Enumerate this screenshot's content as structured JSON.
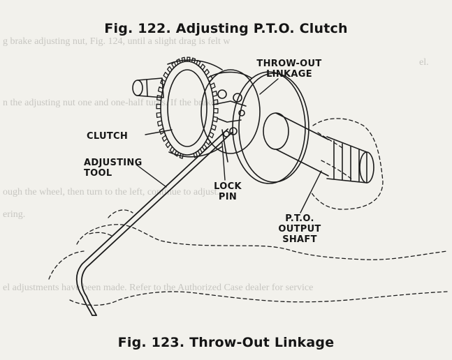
{
  "figures": {
    "top_caption": "Fig. 122.  Adjusting P.T.O. Clutch",
    "bottom_caption": "Fig. 123.  Throw-Out Linkage"
  },
  "labels": {
    "throw_out_linkage_line1": "THROW-OUT",
    "throw_out_linkage_line2": "LINKAGE",
    "clutch": "CLUTCH",
    "adjusting_tool_line1": "ADJUSTING",
    "adjusting_tool_line2": "TOOL",
    "lock_pin_line1": "LOCK",
    "lock_pin_line2": "PIN",
    "pto_output_shaft_line1": "P.T.O.",
    "pto_output_shaft_line2": "OUTPUT",
    "pto_output_shaft_line3": "SHAFT"
  },
  "bleed_through": [
    "g brake adjusting nut, Fig. 124, until a slight drag is felt w",
    "el.",
    "n the adjusting nut one and one-half turns. If the brakes",
    "ough the wheel, then turn to the left, continue to adjust.",
    "ering.",
    "el adjustments have been made. Refer to the Authorized Case dealer for service"
  ],
  "colors": {
    "paper": "#f2f1ec",
    "ink": "#1a1a1a",
    "bleed_ink": "#b9b8b3"
  }
}
